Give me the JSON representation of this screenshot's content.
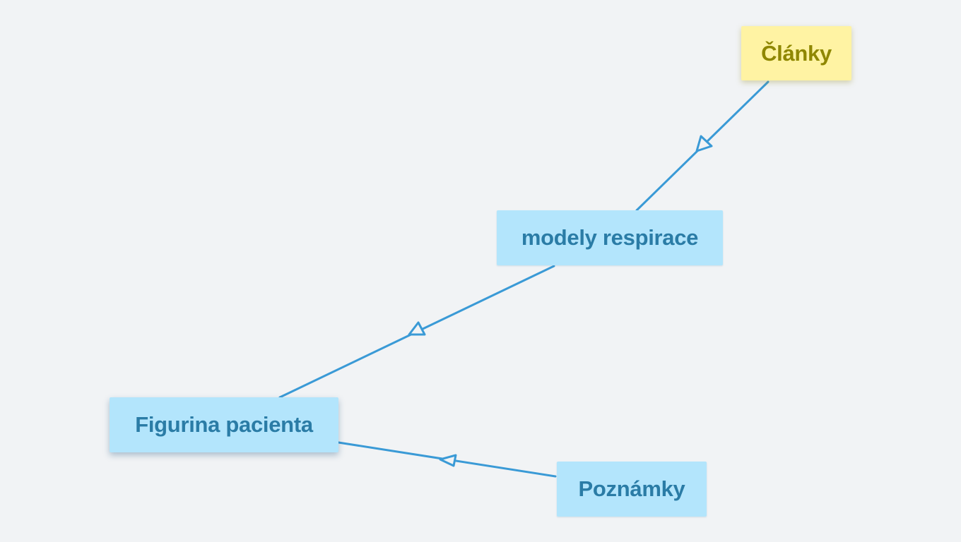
{
  "map": {
    "nodes": {
      "clanky": {
        "label": "Články",
        "kind": "note"
      },
      "modely": {
        "label": "modely respirace",
        "kind": "topic"
      },
      "figurina": {
        "label": "Figurina pacienta",
        "kind": "topic",
        "selected": true
      },
      "poznamky": {
        "label": "Poznámky",
        "kind": "topic"
      }
    },
    "connections": [
      {
        "from": "clanky",
        "to": "modely"
      },
      {
        "from": "modely",
        "to": "figurina"
      },
      {
        "from": "poznamky",
        "to": "figurina"
      }
    ],
    "colors": {
      "background": "#f1f3f5",
      "connector": "#3a9ad6",
      "topic_fill": "#b3e5fc",
      "topic_text": "#2a7ca6",
      "note_fill": "#fff3a3",
      "note_text": "#8f8700"
    }
  }
}
